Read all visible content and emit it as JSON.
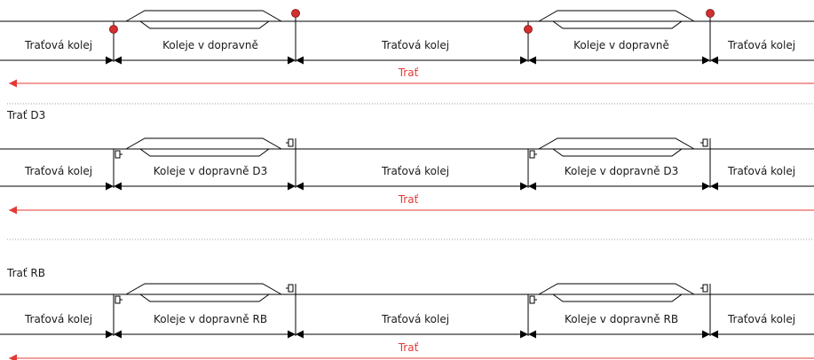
{
  "colors": {
    "track": "#000000",
    "route": "#e53935",
    "signal_red": "#d32f2f",
    "separator": "#9e9e9e",
    "text": "#1a1a1a"
  },
  "sections": [
    {
      "title": "",
      "signal_type": "light-signal",
      "labels": {
        "line_left": "Traťová kolej",
        "station_1": "Koleje v dopravně",
        "line_middle": "Traťová kolej",
        "station_2": "Koleje v dopravně",
        "line_right": "Traťová kolej"
      },
      "route_label": "Trať"
    },
    {
      "title": "Trať D3",
      "signal_type": "board-signal",
      "labels": {
        "line_left": "Traťová kolej",
        "station_1": "Koleje v dopravně D3",
        "line_middle": "Traťová kolej",
        "station_2": "Koleje v dopravně D3",
        "line_right": "Traťová kolej"
      },
      "route_label": "Trať"
    },
    {
      "title": "Trať RB",
      "signal_type": "board-signal",
      "labels": {
        "line_left": "Traťová kolej",
        "station_1": "Koleje v dopravně RB",
        "line_middle": "Traťová kolej",
        "station_2": "Koleje v dopravně RB",
        "line_right": "Traťová kolej"
      },
      "route_label": "Trať"
    }
  ]
}
